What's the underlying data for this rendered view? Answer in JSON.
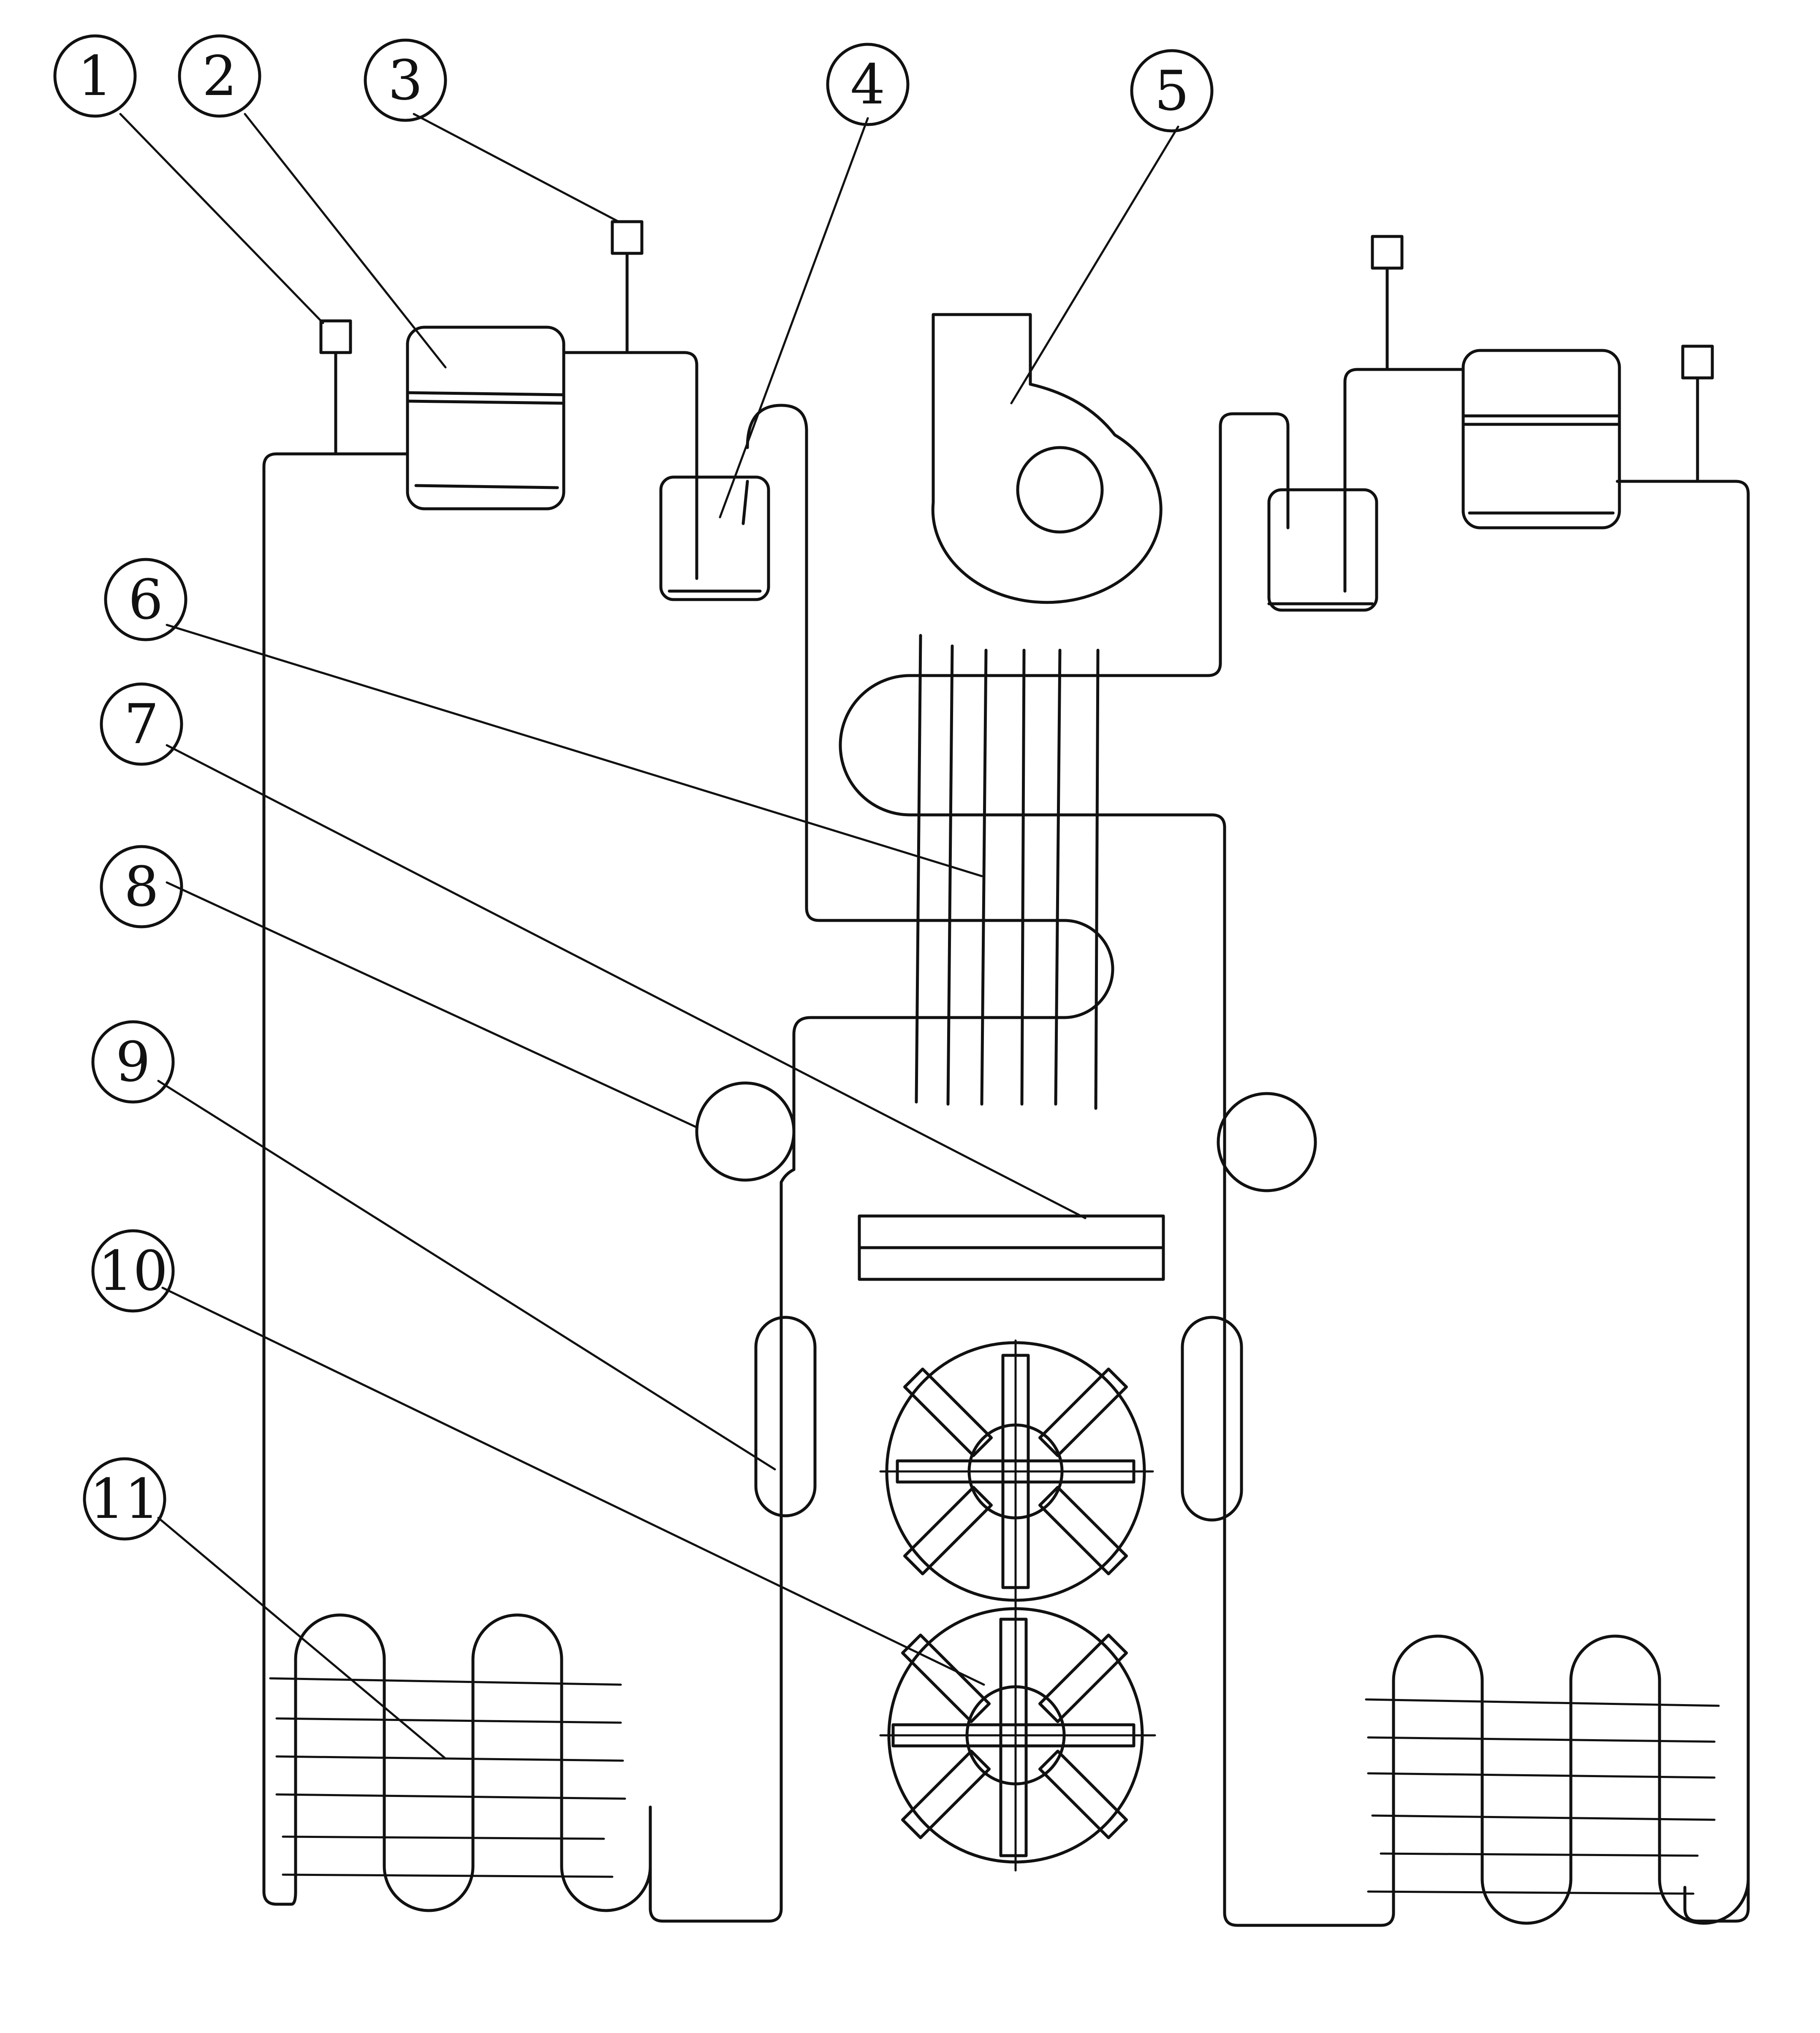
{
  "callouts": [
    {
      "id": "1",
      "label": "1"
    },
    {
      "id": "2",
      "label": "2"
    },
    {
      "id": "3",
      "label": "3"
    },
    {
      "id": "4",
      "label": "4"
    },
    {
      "id": "5",
      "label": "5"
    },
    {
      "id": "6",
      "label": "6"
    },
    {
      "id": "7",
      "label": "7"
    },
    {
      "id": "8",
      "label": "8"
    },
    {
      "id": "9",
      "label": "9"
    },
    {
      "id": "10",
      "label": "10"
    },
    {
      "id": "11",
      "label": "11"
    }
  ],
  "colors": {
    "stroke": "#111111",
    "background": "#ffffff"
  }
}
